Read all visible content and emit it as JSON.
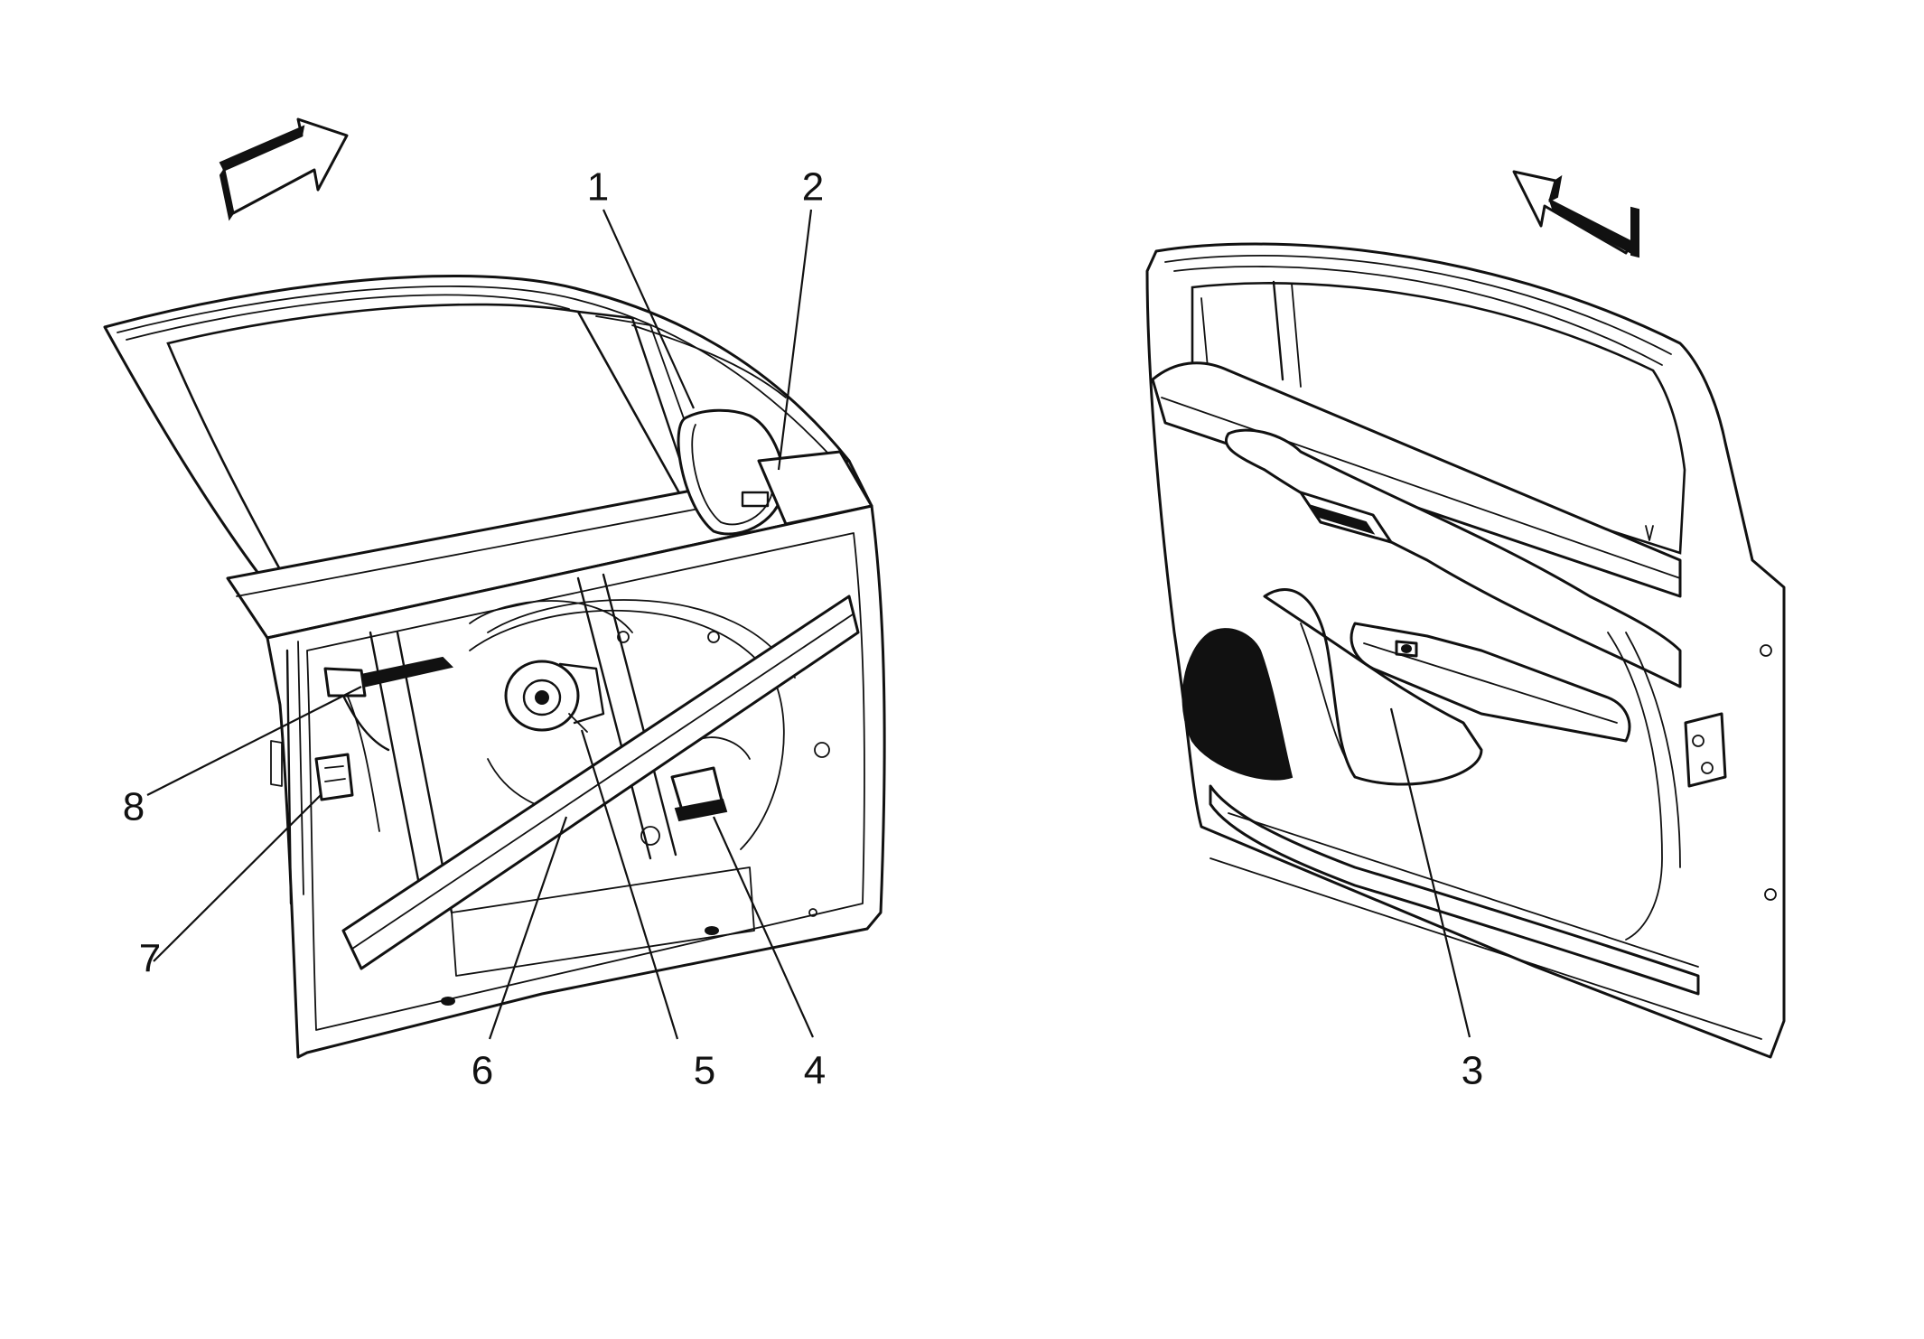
{
  "diagram": {
    "callouts": [
      {
        "id": "1",
        "label": "1"
      },
      {
        "id": "2",
        "label": "2"
      },
      {
        "id": "3",
        "label": "3"
      },
      {
        "id": "4",
        "label": "4"
      },
      {
        "id": "5",
        "label": "5"
      },
      {
        "id": "6",
        "label": "6"
      },
      {
        "id": "7",
        "label": "7"
      },
      {
        "id": "8",
        "label": "8"
      }
    ],
    "icons": {
      "left_direction_arrow": "forward-arrow-icon",
      "right_direction_arrow": "forward-arrow-icon"
    }
  }
}
